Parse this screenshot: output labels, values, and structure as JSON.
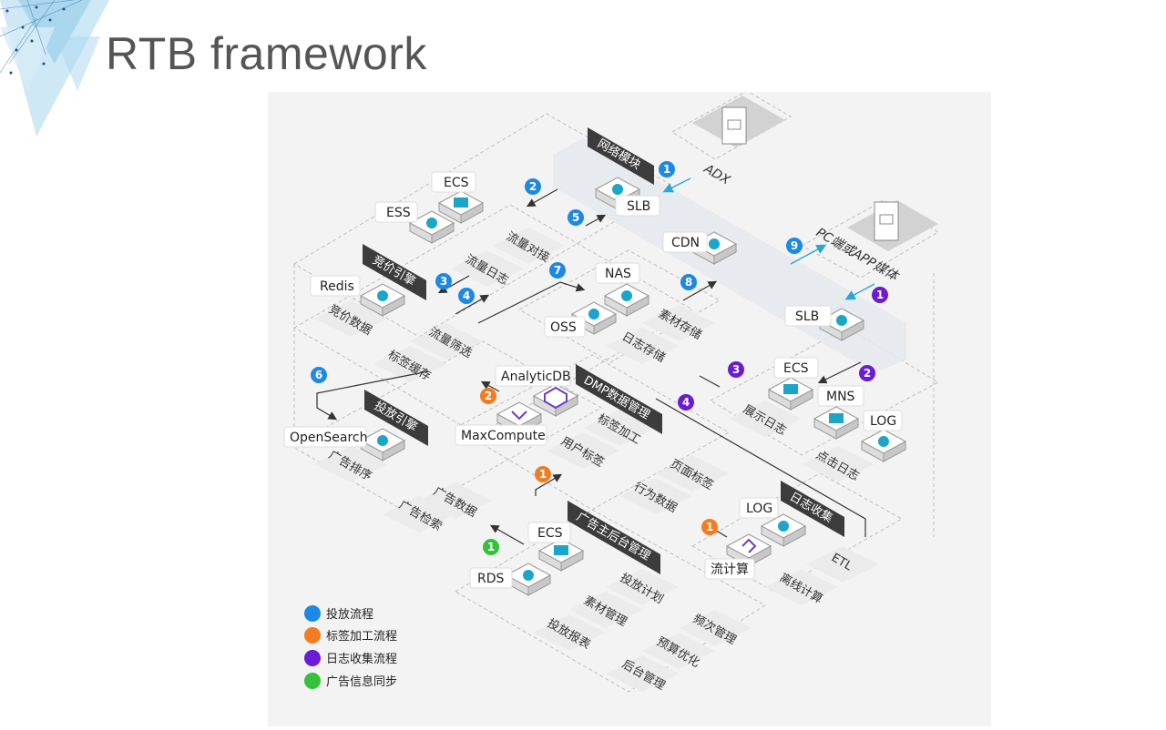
{
  "slide": {
    "title": "RTB framework"
  },
  "colors": {
    "blue": "#1e88e5",
    "orange": "#f47c20",
    "purple": "#6a1bd6",
    "green": "#33c23a",
    "tag_fill": "#3c3c3c",
    "icon_cyan": "#1aa5c9"
  },
  "modules": [
    {
      "key": "network",
      "title": "网络模块"
    },
    {
      "key": "bidding",
      "title": "竞价引擎"
    },
    {
      "key": "dmp",
      "title": "DMP数据管理"
    },
    {
      "key": "delivery",
      "title": "投放引擎"
    },
    {
      "key": "log",
      "title": "日志收集"
    },
    {
      "key": "advertiser",
      "title": "广告主后台管理"
    }
  ],
  "nodes": {
    "adx": "ADX",
    "pc_app": "PC端或APP媒体",
    "slb1": "SLB",
    "slb2": "SLB",
    "cdn": "CDN",
    "ecs1": "ECS",
    "ess": "ESS",
    "redis": "Redis",
    "nas": "NAS",
    "oss": "OSS",
    "ecs2": "ECS",
    "mns": "MNS",
    "log1": "LOG",
    "analyticdb": "AnalyticDB",
    "maxcompute": "MaxCompute",
    "opensearch": "OpenSearch",
    "log2": "LOG",
    "stream": "流计算",
    "ecs3": "ECS",
    "rds": "RDS"
  },
  "tiles": [
    "流量对接",
    "流量日志",
    "竞价数据",
    "流量筛选",
    "标签缓存",
    "素材存储",
    "日志存储",
    "展示日志",
    "点击日志",
    "标签加工",
    "用户标签",
    "页面标签",
    "行为数据",
    "广告排序",
    "广告数据",
    "广告检索",
    "ETL",
    "离线计算",
    "投放计划",
    "频次管理",
    "素材管理",
    "预算优化",
    "投放报表",
    "后台管理"
  ],
  "steps": {
    "b1": "1",
    "b2": "2",
    "b3": "3",
    "b4": "4",
    "b5": "5",
    "b6": "6",
    "b7": "7",
    "b8": "8",
    "b9": "9",
    "p1": "1",
    "p2": "2",
    "p3": "3",
    "p4": "4",
    "o1": "1",
    "o2": "2",
    "o3": "1",
    "g1": "1"
  },
  "legend": [
    {
      "label": "投放流程",
      "color": "#1e88e5"
    },
    {
      "label": "标签加工流程",
      "color": "#f47c20"
    },
    {
      "label": "日志收集流程",
      "color": "#6a1bd6"
    },
    {
      "label": "广告信息同步",
      "color": "#33c23a"
    }
  ]
}
